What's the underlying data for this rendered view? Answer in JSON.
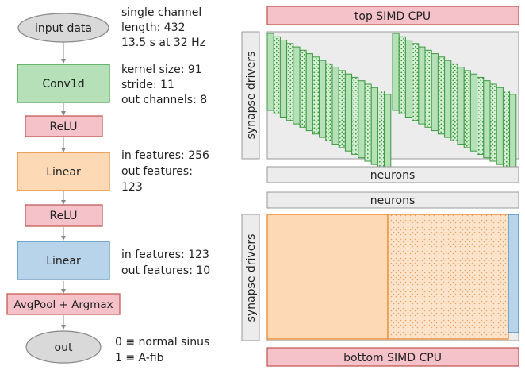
{
  "flow": {
    "input": {
      "label": "input data",
      "notes": [
        "single channel",
        "length: 432",
        "13.5 s at 32 Hz"
      ]
    },
    "conv": {
      "label": "Conv1d",
      "notes": [
        "kernel size: 91",
        "stride: 11",
        "out channels: 8"
      ]
    },
    "relu1": {
      "label": "ReLU"
    },
    "linear1": {
      "label": "Linear",
      "notes": [
        "in features: 256",
        "out features:",
        "123"
      ]
    },
    "relu2": {
      "label": "ReLU"
    },
    "linear2": {
      "label": "Linear",
      "notes": [
        "in features: 123",
        "out features: 10"
      ]
    },
    "pool": {
      "label": "AvgPool + Argmax"
    },
    "output": {
      "label": "out",
      "notes": [
        "0 ≡ normal sinus",
        "1 ≡ A-fib"
      ]
    }
  },
  "hardware": {
    "top_cpu": "top SIMD CPU",
    "bottom_cpu": "bottom SIMD CPU",
    "synapse_top": "synapse drivers",
    "synapse_bottom": "synapse drivers",
    "neurons_top": "neurons",
    "neurons_bottom": "neurons"
  },
  "colors": {
    "relu_fill": "#f4c2c8",
    "relu_stroke": "#c0504d",
    "conv_fill": "#b6e0b8",
    "conv_stroke": "#3a9a3e",
    "linear1_fill": "#fdd9b5",
    "linear1_stroke": "#e8821e",
    "linear2_fill": "#b8d4ea",
    "linear2_stroke": "#4a86b8",
    "ellipse_fill": "#d9d9d9",
    "ellipse_stroke": "#888888"
  }
}
